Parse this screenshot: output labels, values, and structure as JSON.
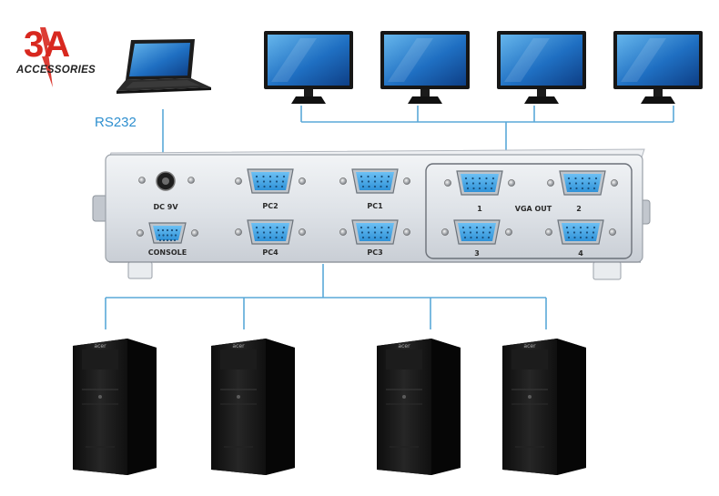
{
  "logo": {
    "mark": "3A",
    "subtitle": "ACCESSORIES",
    "color": "#d8281f",
    "sub_color": "#222222"
  },
  "connection": {
    "label": "RS232",
    "label_color": "#2e8fcf",
    "wire_color": "#5aa8d8"
  },
  "device": {
    "ports": {
      "power": "DC 9V",
      "console": "CONSOLE",
      "pc1": "PC1",
      "pc2": "PC2",
      "pc3": "PC3",
      "pc4": "PC4",
      "vga_out": "VGA OUT",
      "out1": "1",
      "out2": "2",
      "out3": "3",
      "out4": "4"
    },
    "port_color": "#46a9ea",
    "body_color": "#dfe3e8"
  },
  "computers": {
    "count": 4,
    "brand": "acer"
  },
  "monitors": {
    "count": 4
  },
  "laptop": {
    "count": 1
  }
}
